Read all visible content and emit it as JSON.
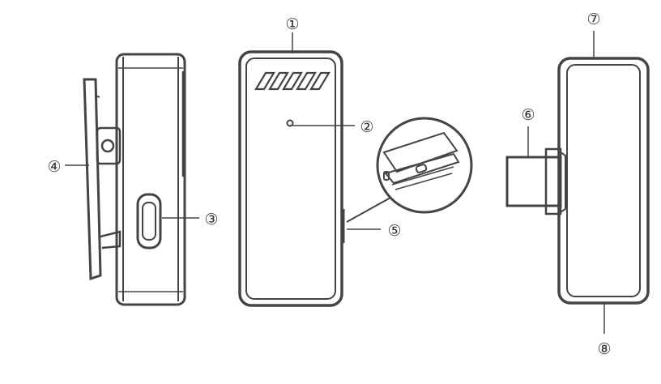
{
  "callouts": [
    {
      "id": "1",
      "label": "①"
    },
    {
      "id": "2",
      "label": "②"
    },
    {
      "id": "3",
      "label": "③"
    },
    {
      "id": "4",
      "label": "④"
    },
    {
      "id": "5",
      "label": "⑤"
    },
    {
      "id": "6",
      "label": "⑥"
    },
    {
      "id": "7",
      "label": "⑦"
    },
    {
      "id": "8",
      "label": "⑧"
    }
  ],
  "colors": {
    "stroke": "#444444",
    "background": "#ffffff"
  }
}
